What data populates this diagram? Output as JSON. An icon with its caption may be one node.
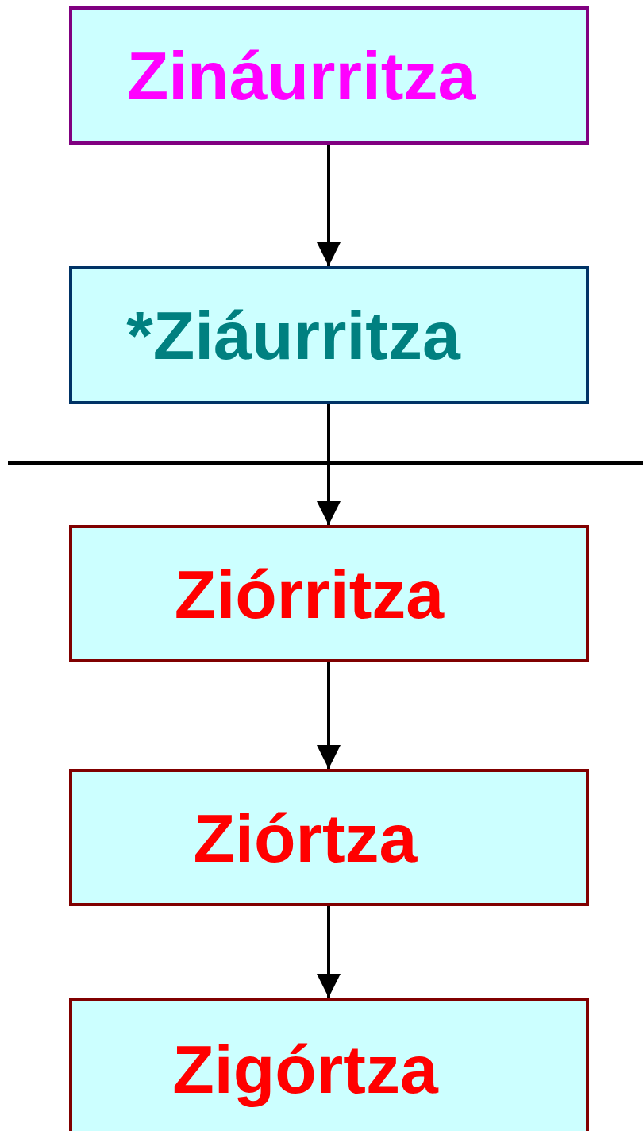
{
  "diagram": {
    "nodes": [
      {
        "text": [
          "Zináurritza"
        ]
      },
      {
        "text": [
          "*Ziáurritza"
        ]
      },
      {
        "text": [
          "Ziórritza"
        ]
      },
      {
        "text": [
          "Ziórtza"
        ]
      },
      {
        "text": [
          "Zigórtza"
        ]
      }
    ],
    "edges": [
      {
        "from": 0,
        "to": 1,
        "arrow": "to"
      },
      {
        "from": 1,
        "to": 2,
        "arrow": "to"
      },
      {
        "from": 2,
        "to": 3,
        "arrow": "to"
      },
      {
        "from": 3,
        "to": 4,
        "arrow": "to"
      }
    ]
  }
}
